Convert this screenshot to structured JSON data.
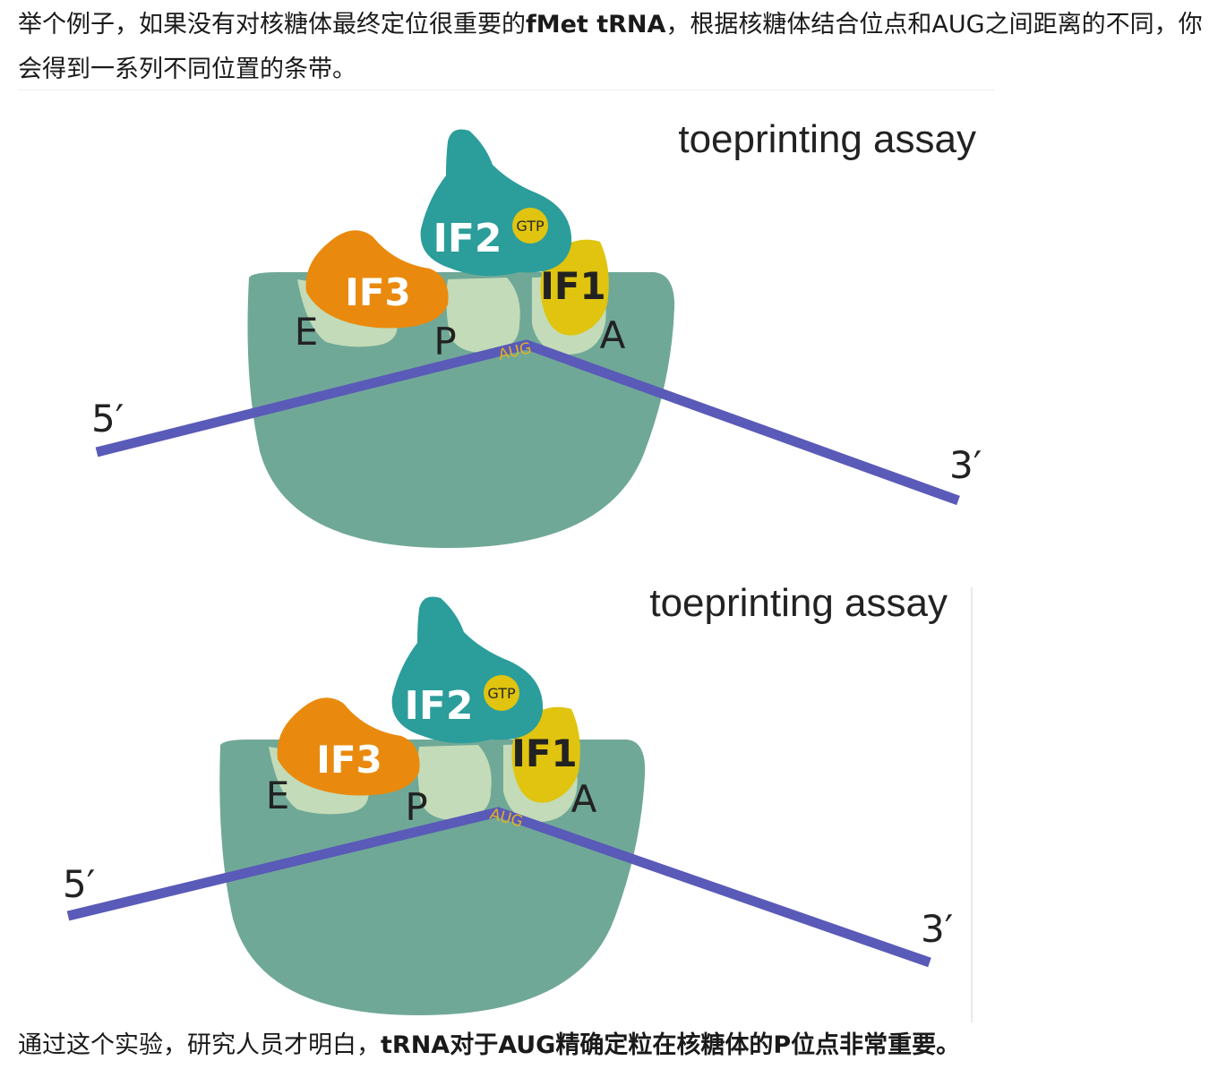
{
  "paragraph1": {
    "text_a": "举个例子，如果没有对核糖体最终定位很重要的",
    "text_b": "fMet tRNA",
    "text_c": "，根据核糖体结合位点和AUG之间距离的不同，你会得到一系列不同位置的条带。"
  },
  "paragraph2": {
    "text_a": "通过这个实验，研究人员才明白，",
    "text_b": "tRNA对于AUG精确定粒在核糖体的P位点非常重要。"
  },
  "figures": [
    {
      "title": "toeprinting assay",
      "labels": {
        "if2": "IF2",
        "gtp": "GTP",
        "if3": "IF3",
        "if1": "IF1",
        "e_site": "E",
        "p_site": "P",
        "a_site": "A",
        "aug": "AUG",
        "five_prime": "5′",
        "three_prime": "3′"
      }
    },
    {
      "title": "toeprinting assay",
      "labels": {
        "if2": "IF2",
        "gtp": "GTP",
        "if3": "IF3",
        "if1": "IF1",
        "e_site": "E",
        "p_site": "P",
        "a_site": "A",
        "aug": "AUG",
        "five_prime": "5′",
        "three_prime": "3′"
      }
    }
  ],
  "colors": {
    "ribosome": "#70a897",
    "site_pocket": "#c3dbb8",
    "if2": "#2b9d9b",
    "gtp": "#e0c40f",
    "if3": "#e98a0e",
    "if1": "#e0c40f",
    "mrna": "#5a5ab8",
    "aug_text": "#e0b41f"
  }
}
